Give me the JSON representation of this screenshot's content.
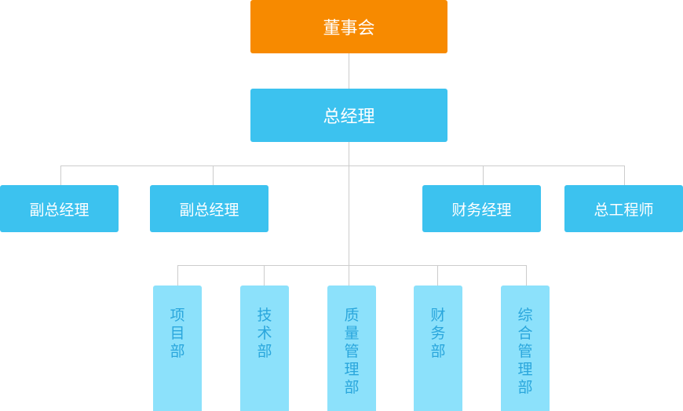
{
  "board": {
    "label": "董事会"
  },
  "general_manager": {
    "label": "总经理"
  },
  "managers": [
    {
      "label": "副总经理"
    },
    {
      "label": "副总经理"
    },
    {
      "label": "财务经理"
    },
    {
      "label": "总工程师"
    }
  ],
  "departments": [
    {
      "label": "项目部",
      "chars": [
        "项",
        "目",
        "部"
      ]
    },
    {
      "label": "技术部",
      "chars": [
        "技",
        "术",
        "部"
      ]
    },
    {
      "label": "质量管理部",
      "chars": [
        "质",
        "量",
        "管",
        "理",
        "部"
      ]
    },
    {
      "label": "财务部",
      "chars": [
        "财",
        "务",
        "部"
      ]
    },
    {
      "label": "综合管理部",
      "chars": [
        "综",
        "合",
        "管",
        "理",
        "部"
      ]
    }
  ],
  "colors": {
    "board": "#f78a00",
    "manager": "#3cc2ef",
    "department_fill": "#8ce1fb",
    "department_text": "#2aa6dc",
    "connector": "#cccccc"
  }
}
